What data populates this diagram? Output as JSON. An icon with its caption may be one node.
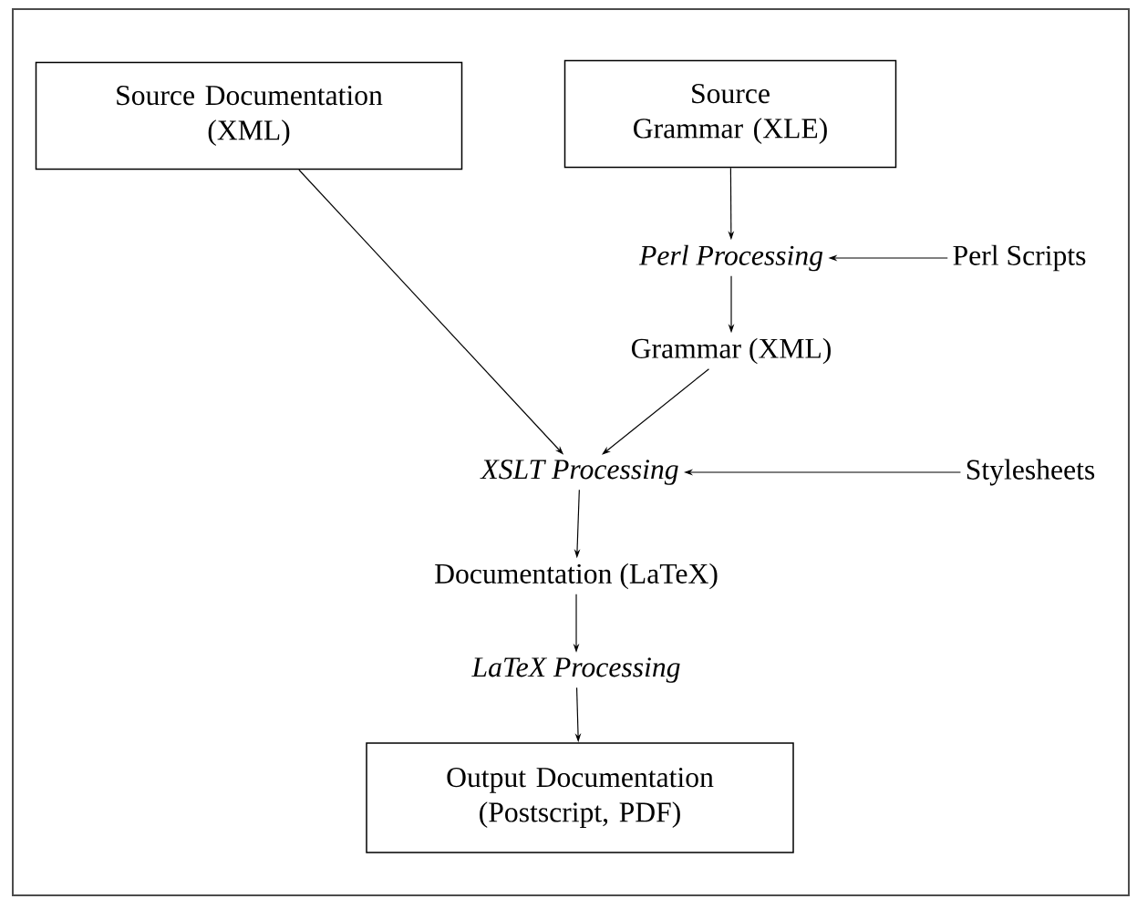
{
  "diagram": {
    "nodes": [
      {
        "text": [
          "Source Documentation (XML)"
        ]
      },
      {
        "text": [
          "Source Grammar (XLE)"
        ]
      },
      {
        "text": [
          "Perl Processing"
        ]
      },
      {
        "text": [
          "Perl Scripts"
        ]
      },
      {
        "text": [
          "Grammar (XML)"
        ]
      },
      {
        "text": [
          "XSLT Processing"
        ]
      },
      {
        "text": [
          "Stylesheets"
        ]
      },
      {
        "text": [
          "Documentation (LaTeX)"
        ]
      },
      {
        "text": [
          "LaTeX Processing"
        ]
      },
      {
        "text": [
          "Output Documentation (Postscript, PDF)"
        ]
      }
    ],
    "edges": [
      {
        "from": 1,
        "to": 2,
        "arrow": "to"
      },
      {
        "from": 3,
        "to": 2,
        "arrow": "to"
      },
      {
        "from": 2,
        "to": 4,
        "arrow": "to"
      },
      {
        "from": 0,
        "to": 5,
        "arrow": "to"
      },
      {
        "from": 4,
        "to": 5,
        "arrow": "to"
      },
      {
        "from": 6,
        "to": 5,
        "arrow": "to"
      },
      {
        "from": 5,
        "to": 7,
        "arrow": "to"
      },
      {
        "from": 7,
        "to": 8,
        "arrow": "to"
      },
      {
        "from": 8,
        "to": 9,
        "arrow": "to"
      }
    ]
  }
}
